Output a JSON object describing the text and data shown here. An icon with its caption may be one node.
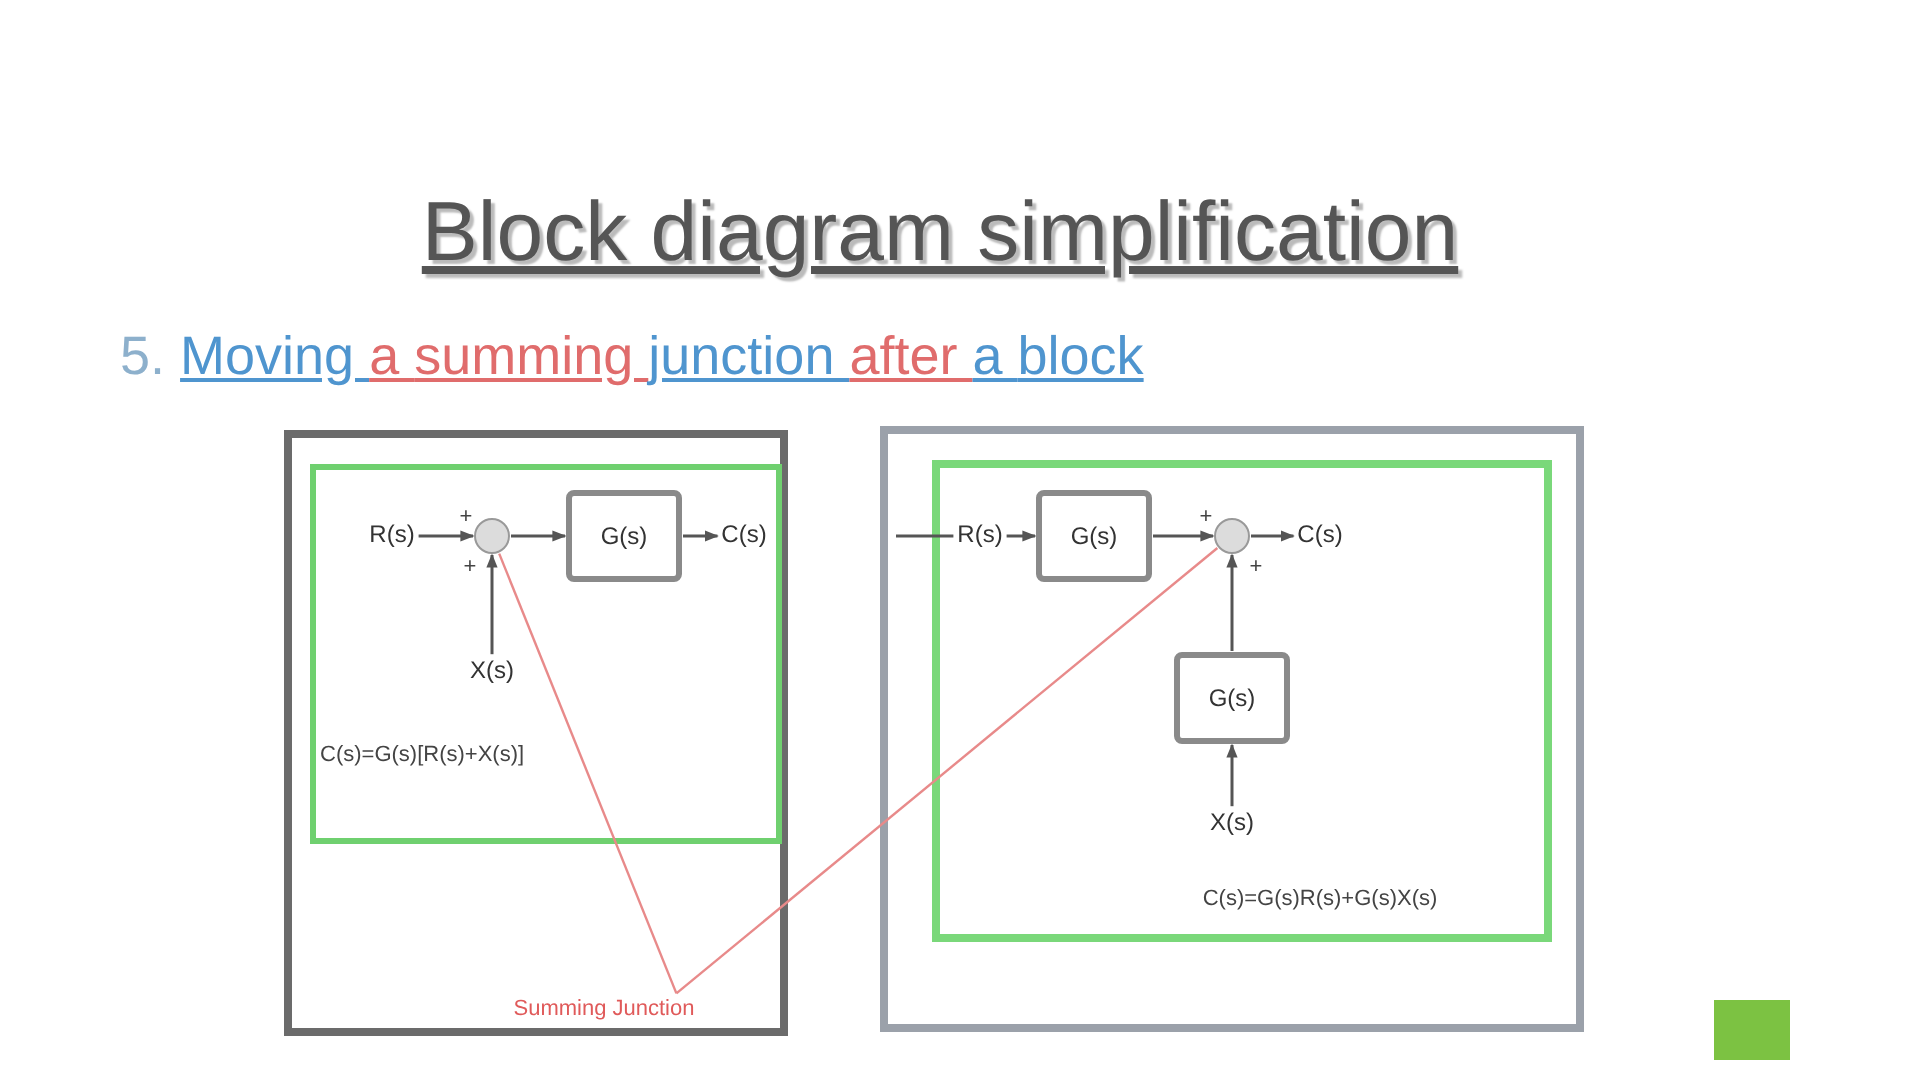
{
  "diagram": {
    "title": "Block diagram simplification",
    "nodes": [
      {
        "text": [],
        "shape": "box"
      },
      {
        "text": [],
        "shape": "box",
        "in": 0
      },
      {
        "text": [
          "R(s)"
        ],
        "in": 1
      },
      {
        "text": [],
        "shape": "circle",
        "in": 1
      },
      {
        "text": [
          "G(s)"
        ],
        "in": 1
      },
      {
        "text": [
          "C(s)"
        ],
        "in": 1
      },
      {
        "text": [
          "X(s)"
        ],
        "in": 1
      },
      {
        "text": [],
        "shape": "box"
      },
      {
        "text": [],
        "shape": "box",
        "in": 7
      },
      {
        "text": [
          "R(s)"
        ],
        "in": 8
      },
      {
        "text": [
          "G(s)"
        ],
        "in": 8
      },
      {
        "text": [],
        "shape": "circle",
        "in": 8
      },
      {
        "text": [
          "C(s)"
        ],
        "in": 8
      },
      {
        "text": [
          "G(s)"
        ],
        "in": 8
      },
      {
        "text": [
          "X(s)"
        ],
        "in": 8
      },
      {
        "text": [
          "Summing Junction"
        ],
        "in": 0
      }
    ],
    "edges": [
      {
        "from": 2,
        "to": 3,
        "arrow": "to"
      },
      {
        "from": 3,
        "to": 4,
        "arrow": "to"
      },
      {
        "from": 4,
        "to": 5,
        "arrow": "to"
      },
      {
        "from": 6,
        "to": 3,
        "arrow": "to"
      },
      {
        "from": null,
        "to": 9,
        "arrow": "none"
      },
      {
        "from": 9,
        "to": 10,
        "arrow": "to"
      },
      {
        "from": 10,
        "to": 11,
        "arrow": "to"
      },
      {
        "from": 11,
        "to": 12,
        "arrow": "to"
      },
      {
        "from": 14,
        "to": 13,
        "arrow": "to"
      },
      {
        "from": 13,
        "to": 11,
        "arrow": "to"
      },
      {
        "from": 15,
        "to": 3,
        "arrow": "none",
        "color": "#e88a8a"
      },
      {
        "from": 15,
        "to": 11,
        "arrow": "none",
        "color": "#e88a8a"
      }
    ],
    "labels": [
      "5. Moving a summing junction after a block",
      "+",
      "+",
      "C(s)=G(s)[R(s)+X(s)]",
      "+",
      "+",
      "C(s)=G(s)R(s)+G(s)X(s)"
    ]
  }
}
